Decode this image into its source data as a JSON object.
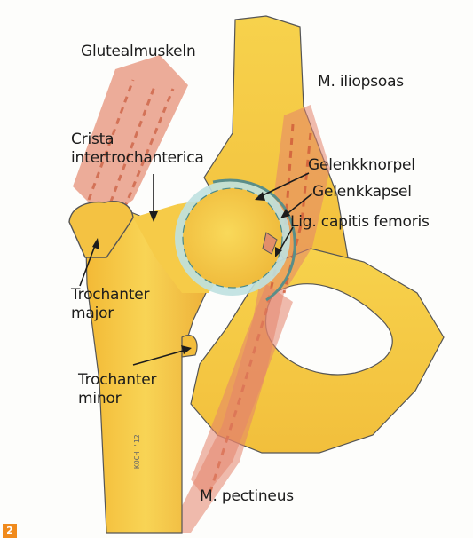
{
  "figure_number": "2",
  "signature": "KOCH '12",
  "labels": {
    "glutealmuskeln": "Glutealmuskeln",
    "iliopsoas": "M. iliopsoas",
    "crista_line1": "Crista",
    "crista_line2": "intertrochanterica",
    "gelenkknorpel": "Gelenkknorpel",
    "gelenkkapsel": "Gelenkkapsel",
    "lig_capitis": "Lig. capitis femoris",
    "troch_major_line1": "Trochanter",
    "troch_major_line2": "major",
    "troch_minor_line1": "Trochanter",
    "troch_minor_line2": "minor",
    "pectineus": "M. pectineus"
  },
  "colors": {
    "bone": "#f6cc45",
    "bone_shadow": "#e9a92b",
    "muscle": "#e4836b",
    "muscle_dash": "#cf5a38",
    "cartilage": "#b9dede",
    "capsule": "#7ab0a8",
    "outline": "#4a4a4a"
  }
}
